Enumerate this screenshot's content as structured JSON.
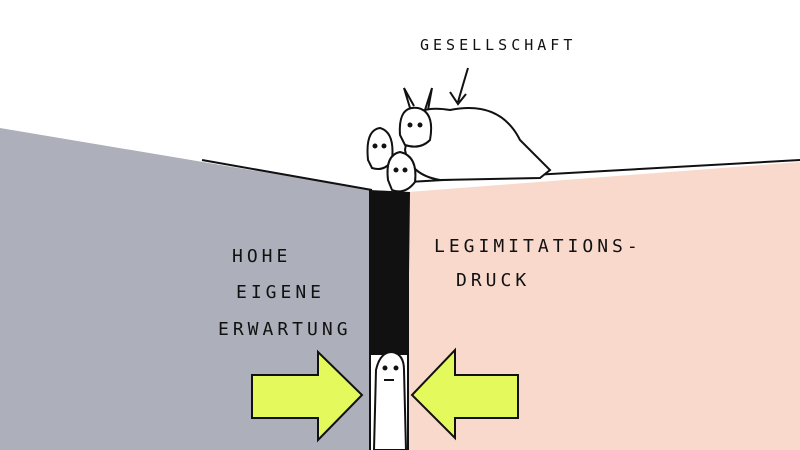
{
  "label_top": "GESELLSCHAFT",
  "left_label": [
    "HOHE",
    "EIGENE",
    "ERWARTUNG"
  ],
  "right_label": [
    "LEGIMITATIONS-",
    "DRUCK"
  ],
  "colors": {
    "left_wall": "#adb0bb",
    "right_wall": "#f8d9cc",
    "arrow": "#e4f95c",
    "ink": "#111111"
  }
}
